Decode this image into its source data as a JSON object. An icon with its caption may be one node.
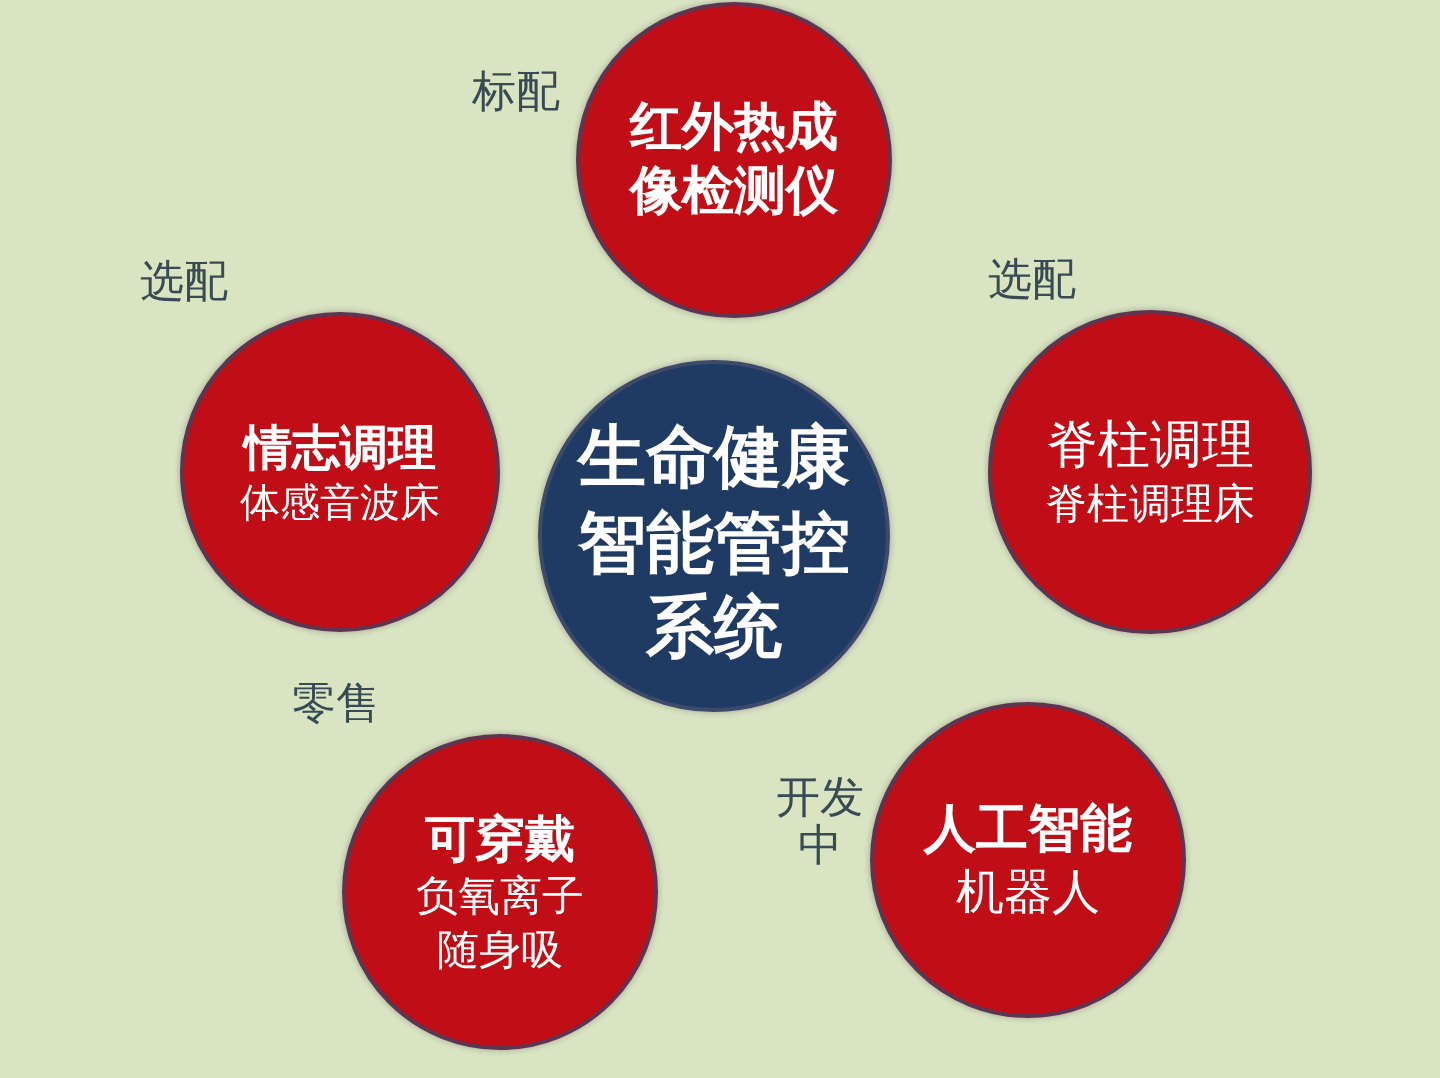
{
  "diagram": {
    "nodes": [
      {
        "text": [
          "生命健康智能管控系统"
        ]
      },
      {
        "text": [
          "红外热成像检测仪"
        ],
        "beside": [
          "标配"
        ]
      },
      {
        "text": [
          "情志调理",
          "体感音波床"
        ],
        "beside": [
          "选配"
        ]
      },
      {
        "text": [
          "脊柱调理",
          "脊柱调理床"
        ],
        "beside": [
          "选配"
        ]
      },
      {
        "text": [
          "可穿戴",
          "负氧离子随身吸"
        ],
        "beside": [
          "零售"
        ]
      },
      {
        "text": [
          "人工智能",
          "机器人"
        ],
        "beside": [
          "开发中"
        ]
      }
    ]
  }
}
